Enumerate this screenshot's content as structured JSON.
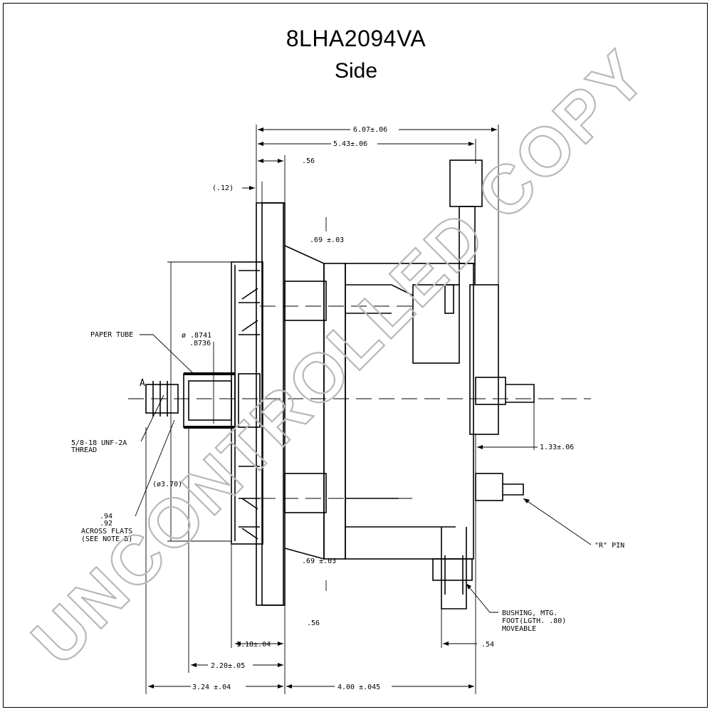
{
  "title": "8LHA2094VA",
  "subtitle": "Side",
  "watermark": "UNCONTROLLED COPY",
  "dimensions": {
    "overall_length": "6.07±.06",
    "body_length": "5.43±.06",
    "rear_flange": ".56",
    "flange_offset": "(.12)",
    "boss_top": ".69 ±.03",
    "boss_bottom": ".69 ±.03",
    "flange_bottom": ".56",
    "terminal_offset": "1.33±.06",
    "fan_width": "1.18±.04",
    "pulley_offset": "2.20±.05",
    "shaft_overall": "3.24 ±.04",
    "mount_spacing": "4.00 ±.045",
    "foot_width": ".54",
    "bore_dia_max": "ø .8741",
    "bore_dia_min": ".8736",
    "collar_dia": "(ø3.70)"
  },
  "callouts": {
    "paper_tube": "PAPER TUBE",
    "view_a": "A",
    "thread_line1": "5/8-18 UNF-2A",
    "thread_line2": "THREAD",
    "flats_line1": ".94",
    "flats_line2": ".92",
    "flats_line3": "ACROSS FLATS",
    "flats_line4": "(SEE NOTE B)",
    "r_pin": "\"R\" PIN",
    "bushing_line1": "BUSHING, MTG.",
    "bushing_line2": "FOOT(LGTH. .80)",
    "bushing_line3": "MOVEABLE"
  },
  "colors": {
    "ink": "#000000",
    "watermark": "#b8b8b8"
  }
}
